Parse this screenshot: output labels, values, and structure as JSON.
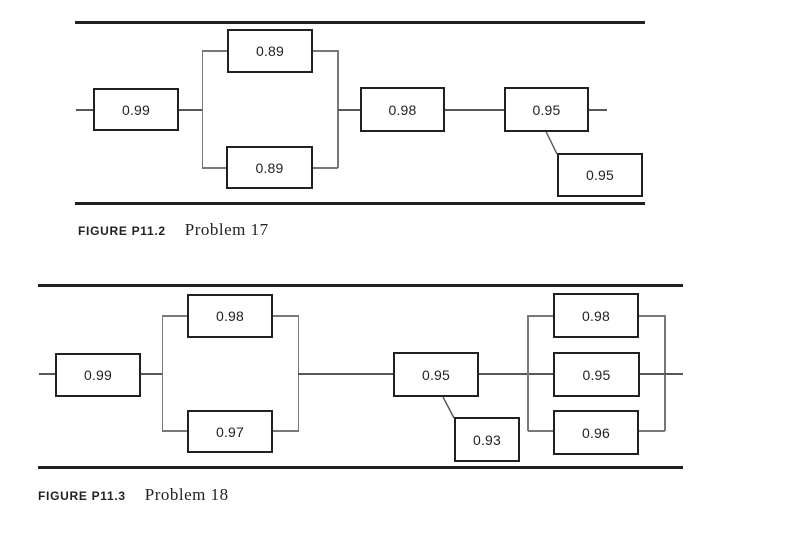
{
  "page": {
    "background": "#ffffff"
  },
  "colors": {
    "ink": "#231f20",
    "connector": "#55565a",
    "rail": "#77787c",
    "box_background": "#ffffff"
  },
  "figures": [
    {
      "id": "P11.2",
      "caption_label": "FIGURE P11.2",
      "caption_title": "Problem 17",
      "structure": "series: 0.99 -> parallel(0.89, 0.89) -> 0.98 -> 0.95 with standby 0.95",
      "blocks": [
        {
          "id": "f1-b1",
          "value": "0.99"
        },
        {
          "id": "f1-b2",
          "value": "0.89"
        },
        {
          "id": "f1-b3",
          "value": "0.89"
        },
        {
          "id": "f1-b4",
          "value": "0.98"
        },
        {
          "id": "f1-b5",
          "value": "0.95"
        },
        {
          "id": "f1-b6",
          "value": "0.95"
        }
      ]
    },
    {
      "id": "P11.3",
      "caption_label": "FIGURE P11.3",
      "caption_title": "Problem 18",
      "structure": "series: 0.99 -> parallel(0.98, 0.97) -> 0.95 with standby 0.93 -> parallel(0.98, 0.95, 0.96)",
      "blocks": [
        {
          "id": "f2-b1",
          "value": "0.99"
        },
        {
          "id": "f2-b2",
          "value": "0.98"
        },
        {
          "id": "f2-b3",
          "value": "0.97"
        },
        {
          "id": "f2-b4",
          "value": "0.95"
        },
        {
          "id": "f2-b5",
          "value": "0.93"
        },
        {
          "id": "f2-b6",
          "value": "0.98"
        },
        {
          "id": "f2-b7",
          "value": "0.95"
        },
        {
          "id": "f2-b8",
          "value": "0.96"
        }
      ]
    }
  ]
}
